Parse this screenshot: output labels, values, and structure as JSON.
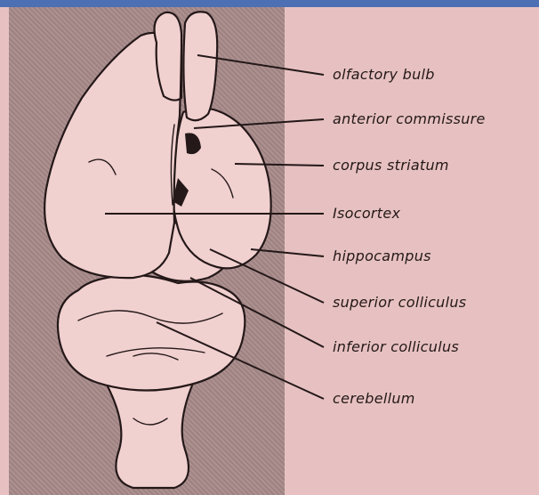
{
  "labels": {
    "olfactory_bulb": "olfactory bulb",
    "anterior_commissure": "anterior commissure",
    "corpus_striatum": "corpus striatum",
    "isocortex": "Isocortex",
    "hippocampus": "hippocampus",
    "superior_colliculus": "superior colliculus",
    "inferior_colliculus": "inferior colliculus",
    "cerebellum": "cerebellum"
  },
  "colors": {
    "background": "#e7c1c1",
    "panel": "#a88a8a",
    "brain_fill": "#f1d0d0",
    "ink": "#241818",
    "top_strip": "#4d6fb4"
  }
}
